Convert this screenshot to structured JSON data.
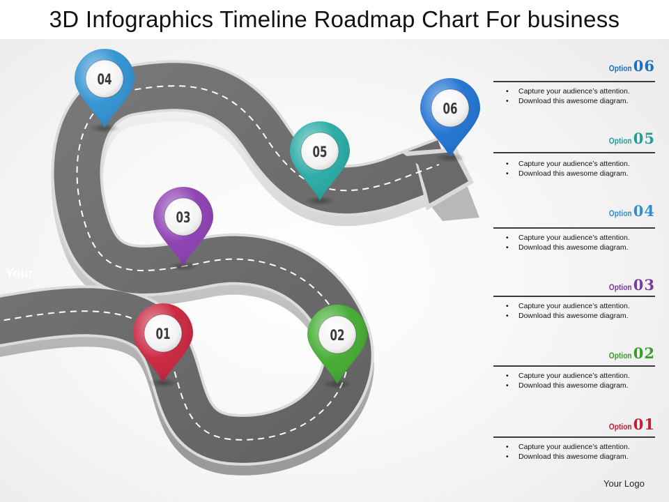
{
  "title": "3D Infographics Timeline Roadmap Chart For business",
  "colors": {
    "opt06": "#1a6fc7",
    "opt05": "#1f9e96",
    "opt04": "#2f8fd0",
    "opt03": "#7a3a9e",
    "opt02": "#3a9a2a",
    "opt01": "#c41c32",
    "road": "#6d6d6d"
  },
  "pins": [
    {
      "label": "01",
      "color": "#c8203a"
    },
    {
      "label": "02",
      "color": "#3fa92c"
    },
    {
      "label": "03",
      "color": "#8a3ab1"
    },
    {
      "label": "04",
      "color": "#2b8fd0"
    },
    {
      "label": "05",
      "color": "#22a9a2"
    },
    {
      "label": "06",
      "color": "#1a6fd1"
    }
  ],
  "options": [
    {
      "word": "Option",
      "number": "06",
      "color": "#1a6fc7",
      "bullets": [
        "Capture your audience’s attention.",
        "Download this awesome diagram."
      ]
    },
    {
      "word": "Option",
      "number": "05",
      "color": "#1f9e96",
      "bullets": [
        "Capture your audience’s attention.",
        "Download this awesome diagram."
      ]
    },
    {
      "word": "Option",
      "number": "04",
      "color": "#2f8fd0",
      "bullets": [
        "Capture your audience’s attention.",
        "Download this awesome diagram."
      ]
    },
    {
      "word": "Option",
      "number": "03",
      "color": "#7a3a9e",
      "bullets": [
        "Capture your audience’s attention.",
        "Download this awesome diagram."
      ]
    },
    {
      "word": "Option",
      "number": "02",
      "color": "#3a9a2a",
      "bullets": [
        "Capture your audience’s attention.",
        "Download this awesome diagram."
      ]
    },
    {
      "word": "Option",
      "number": "01",
      "color": "#c41c32",
      "bullets": [
        "Capture your audience’s attention.",
        "Download this awesome diagram."
      ]
    }
  ],
  "watermark": "Your",
  "footer": "Your Logo"
}
